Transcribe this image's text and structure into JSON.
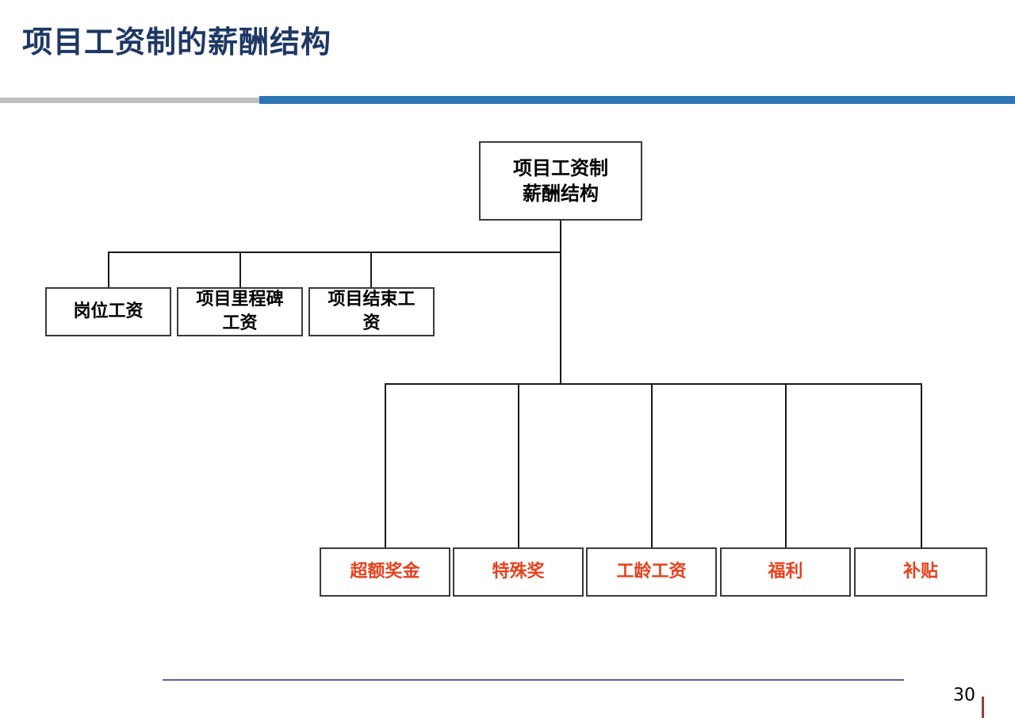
{
  "slide": {
    "title": "项目工资制的薪酬结构",
    "page_number": "30",
    "title_color": "#1F3864",
    "rule_gray_color": "#BFBFBF",
    "rule_blue_color": "#2E75B6",
    "footer_rule_color": "#5B5EA6",
    "footer_tick_color": "#9E3B3B"
  },
  "diagram": {
    "root": {
      "line1": "项目工资制",
      "line2": "薪酬结构",
      "text_color": "#000000"
    },
    "fixed_branch": [
      {
        "line1": "岗位工资",
        "line2": "",
        "text_color": "#000000"
      },
      {
        "line1": "项目里程碑",
        "line2": "工资",
        "text_color": "#000000"
      },
      {
        "line1": "项目结束工",
        "line2": "资",
        "text_color": "#000000"
      }
    ],
    "variable_branch": [
      {
        "label": "超额奖金",
        "text_color": "#E8401C"
      },
      {
        "label": "特殊奖",
        "text_color": "#E8401C"
      },
      {
        "label": "工龄工资",
        "text_color": "#E8401C"
      },
      {
        "label": "福利",
        "text_color": "#E8401C"
      },
      {
        "label": "补贴",
        "text_color": "#E8401C"
      }
    ]
  }
}
